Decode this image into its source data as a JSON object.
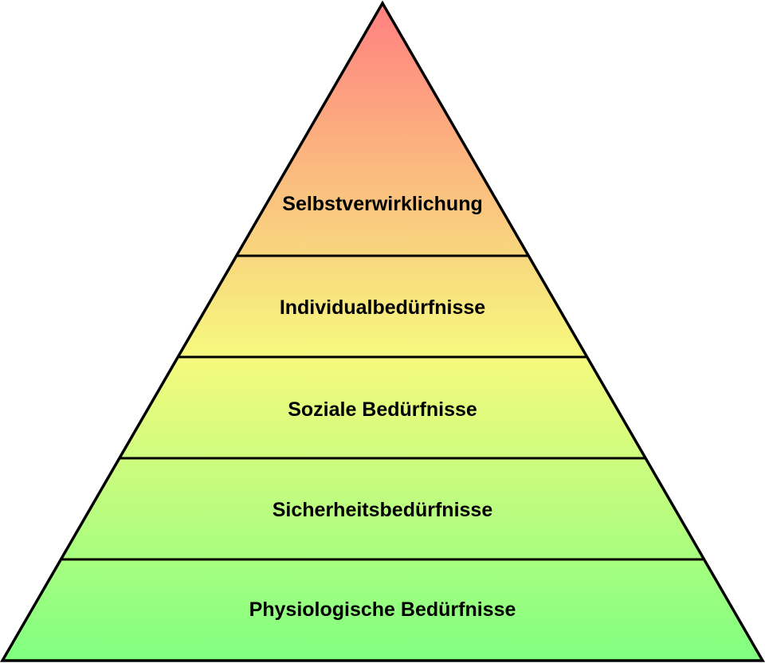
{
  "title": "Bedürfnispyramide",
  "levels": [
    {
      "label": "Selbstverwirklichung"
    },
    {
      "label": "Individualbedürfnisse"
    },
    {
      "label": "Soziale Bedürfnisse"
    },
    {
      "label": "Sicherheitsbedürfnisse"
    },
    {
      "label": "Physiologische Bedürfnisse"
    }
  ],
  "colors": {
    "top": "#FF8080",
    "middle": "#F6FA7E",
    "bottom": "#80FF80",
    "outline": "#000000"
  }
}
